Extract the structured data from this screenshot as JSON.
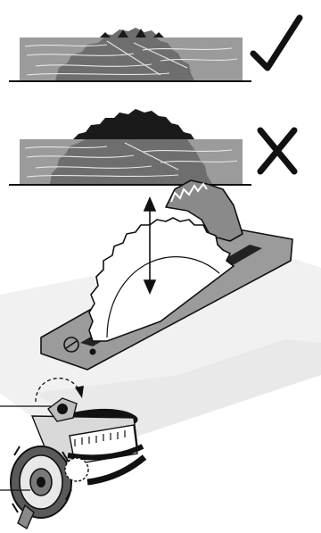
{
  "colors": {
    "background": "#ffffff",
    "workpiece": "#9b9b9b",
    "workpiece_grain": "#e6e6e6",
    "blade_gray": "#6e6e6e",
    "blade_black": "#1a1a1a",
    "outline": "#111111",
    "shadow": "#ececec"
  },
  "panels": [
    {
      "id": "correct",
      "verdict": "correct",
      "icon": "checkmark-icon",
      "blade_protrusion": "teeth-only"
    },
    {
      "id": "incorrect",
      "verdict": "incorrect",
      "icon": "cross-icon",
      "blade_protrusion": "too-high"
    }
  ],
  "adjustment_view": {
    "icons": [
      "height-adjust-arrow-icon",
      "rotation-arrow-icon"
    ],
    "callout_lines": 2
  }
}
